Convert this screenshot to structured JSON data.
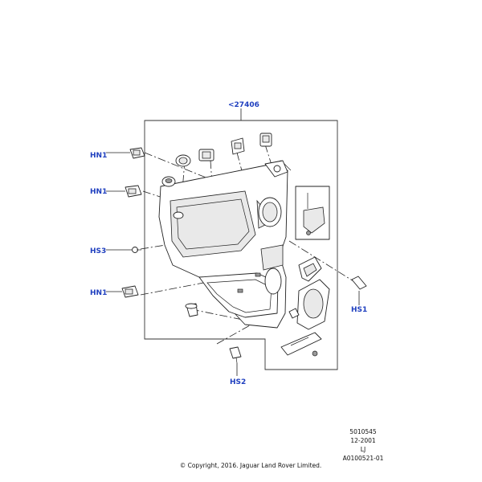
{
  "callouts": {
    "assembly": "<27406",
    "hn1_top": "HN1",
    "hn1_mid": "HN1",
    "hs3": "HS3",
    "hn1_bottom": "HN1",
    "hs1": "HS1",
    "hs2": "HS2"
  },
  "reference": {
    "part_number": "5010545",
    "date": "12-2001",
    "code": "LJ",
    "illustration_id": "A0100521-01"
  },
  "copyright": "© Copyright, 2016. Jaguar Land Rover Limited.",
  "colors": {
    "callout_text": "#1f3fbf",
    "line": "#222222",
    "background": "#ffffff"
  }
}
